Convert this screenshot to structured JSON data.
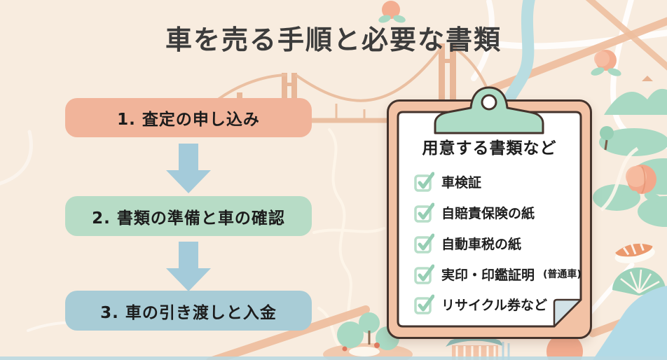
{
  "title": "車を売る手順と必要な書類",
  "steps": [
    {
      "label": "1. 査定の申し込み"
    },
    {
      "label": "2. 書類の準備と車の確認"
    },
    {
      "label": "3. 車の引き渡しと入金"
    }
  ],
  "clipboard": {
    "title": "用意する書類など",
    "items": [
      {
        "label": "車検証",
        "note": ""
      },
      {
        "label": "自賠責保険の紙",
        "note": ""
      },
      {
        "label": "自動車税の紙",
        "note": ""
      },
      {
        "label": "実印・印鑑証明",
        "note": "(普通車)"
      },
      {
        "label": "リサイクル券など",
        "note": ""
      }
    ]
  },
  "colors": {
    "background": "#f8ecdf",
    "step1_box": "#f1b49a",
    "step2_box": "#b7dcc6",
    "step3_box": "#a8ccd6",
    "arrow": "#a4cbda",
    "clipboard_frame": "#f2c2a5",
    "clip": "#aedcc6",
    "checkbox_border": "#b7dec9",
    "checkmark": "#96ceb4",
    "title_text": "#3c3c3c"
  }
}
